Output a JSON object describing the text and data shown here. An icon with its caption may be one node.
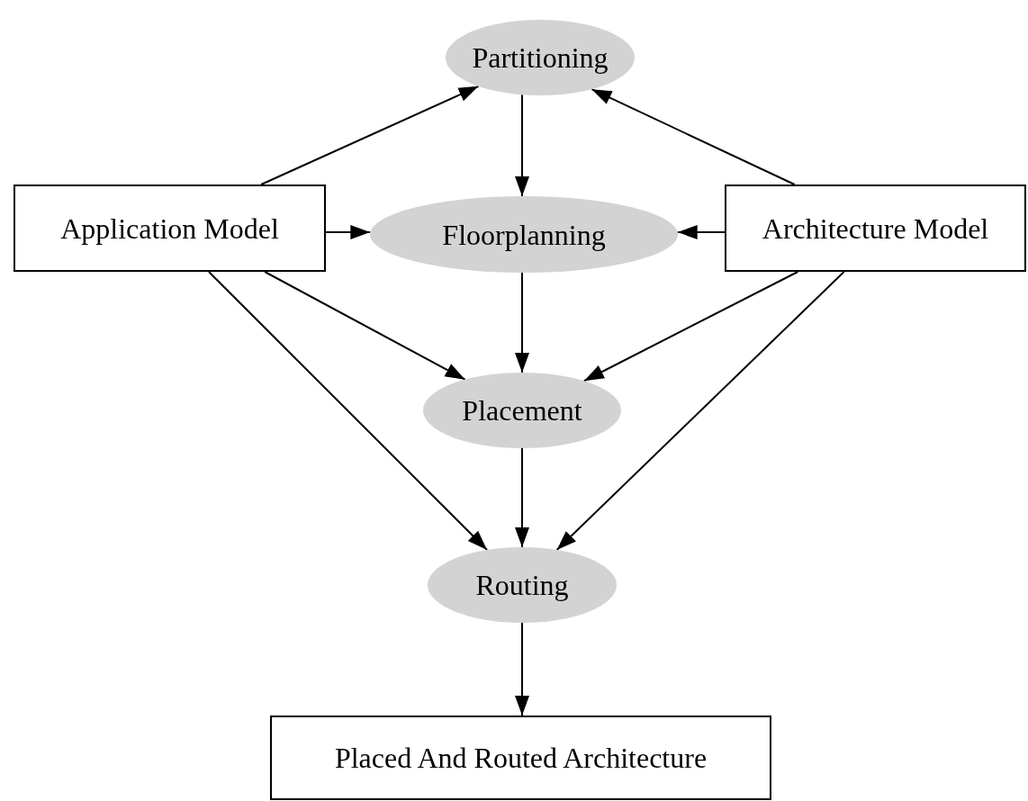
{
  "diagram": {
    "nodes": [
      {
        "text": [
          "Partitioning"
        ]
      },
      {
        "text": [
          "Application Model"
        ]
      },
      {
        "text": [
          "Floorplanning"
        ]
      },
      {
        "text": [
          "Architecture Model"
        ]
      },
      {
        "text": [
          "Placement"
        ]
      },
      {
        "text": [
          "Routing"
        ]
      },
      {
        "text": [
          "Placed And Routed Architecture"
        ]
      }
    ],
    "edges": [
      {
        "from": 1,
        "to": 0,
        "arrow": "to"
      },
      {
        "from": 3,
        "to": 0,
        "arrow": "to"
      },
      {
        "from": 0,
        "to": 2,
        "arrow": "to"
      },
      {
        "from": 1,
        "to": 2,
        "arrow": "to"
      },
      {
        "from": 3,
        "to": 2,
        "arrow": "to"
      },
      {
        "from": 1,
        "to": 4,
        "arrow": "to"
      },
      {
        "from": 3,
        "to": 4,
        "arrow": "to"
      },
      {
        "from": 2,
        "to": 4,
        "arrow": "to"
      },
      {
        "from": 1,
        "to": 5,
        "arrow": "to"
      },
      {
        "from": 3,
        "to": 5,
        "arrow": "to"
      },
      {
        "from": 4,
        "to": 5,
        "arrow": "to"
      },
      {
        "from": 5,
        "to": 6,
        "arrow": "to"
      }
    ]
  }
}
